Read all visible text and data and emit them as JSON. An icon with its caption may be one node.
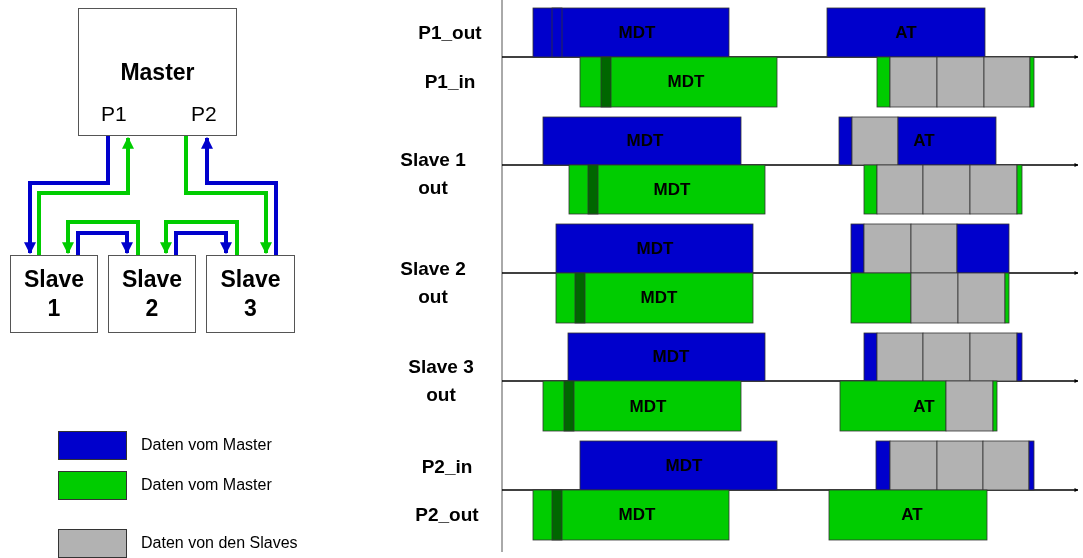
{
  "diagram": {
    "nodes": [
      {
        "text": [
          "Master",
          "P1",
          "P2"
        ]
      },
      {
        "text": [
          "Slave 1"
        ]
      },
      {
        "text": [
          "Slave 2"
        ]
      },
      {
        "text": [
          "Slave 3"
        ]
      }
    ],
    "edges": [
      {
        "from": 0,
        "to": 1,
        "arrow": "to",
        "color": "#0000cc"
      },
      {
        "from": 1,
        "to": 0,
        "arrow": "to",
        "color": "#00cc00"
      },
      {
        "from": 1,
        "to": 2,
        "arrow": "to",
        "color": "#0000cc"
      },
      {
        "from": 2,
        "to": 1,
        "arrow": "to",
        "color": "#00cc00"
      },
      {
        "from": 2,
        "to": 3,
        "arrow": "to",
        "color": "#0000cc"
      },
      {
        "from": 3,
        "to": 2,
        "arrow": "to",
        "color": "#00cc00"
      },
      {
        "from": 0,
        "to": 3,
        "arrow": "to",
        "color": "#00cc00"
      },
      {
        "from": 3,
        "to": 0,
        "arrow": "to",
        "color": "#0000cc"
      }
    ],
    "labels": [
      "P1_out",
      "MDT",
      "AT",
      "P1_in",
      "MDT",
      "Slave 1 out",
      "MDT",
      "AT",
      "MDT",
      "Slave 2 out",
      "MDT",
      "MDT",
      "Slave 3 out",
      "MDT",
      "MDT",
      "AT",
      "P2_in",
      "MDT",
      "P2_out",
      "MDT",
      "AT"
    ],
    "legend": [
      {
        "text": "Daten vom Master",
        "color": "#0000cc"
      },
      {
        "text": "Daten vom Master",
        "color": "#00cc00"
      },
      {
        "text": "Daten von den Slaves",
        "color": "#b2b2b2"
      }
    ]
  }
}
